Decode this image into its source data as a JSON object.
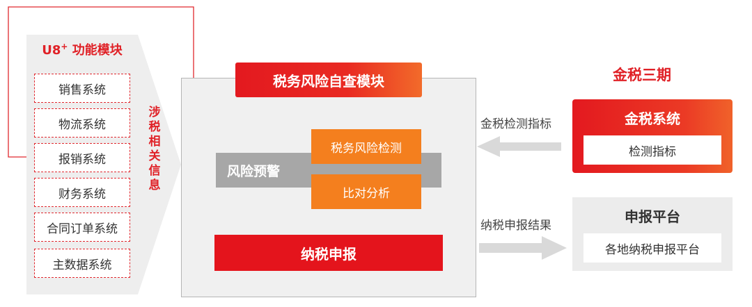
{
  "u8": {
    "title_main": "U8",
    "title_sup": "+",
    "title_rest": " 功能模块",
    "items": [
      "销售系统",
      "物流系统",
      "报销系统",
      "财务系统",
      "合同订单系统",
      "主数据系统"
    ]
  },
  "vertical_label": [
    "涉",
    "税",
    "相",
    "关",
    "信",
    "息"
  ],
  "center": {
    "title": "税务风险自查模块",
    "warning": "风险预警",
    "detect": "税务风险检测",
    "compare": "比对分析",
    "declare": "纳税申报"
  },
  "right": {
    "golden_title": "金税三期",
    "golden_box_title": "金税系统",
    "golden_box_inner": "检测指标",
    "arrow_top_label": "金税检测指标",
    "arrow_bottom_label": "纳税申报结果",
    "platform_title": "申报平台",
    "platform_inner": "各地纳税申报平台"
  },
  "colors": {
    "red": "#e4141c",
    "orange": "#f47f1e",
    "gray": "#a7a7a7",
    "light_gray": "#eeeeee"
  }
}
